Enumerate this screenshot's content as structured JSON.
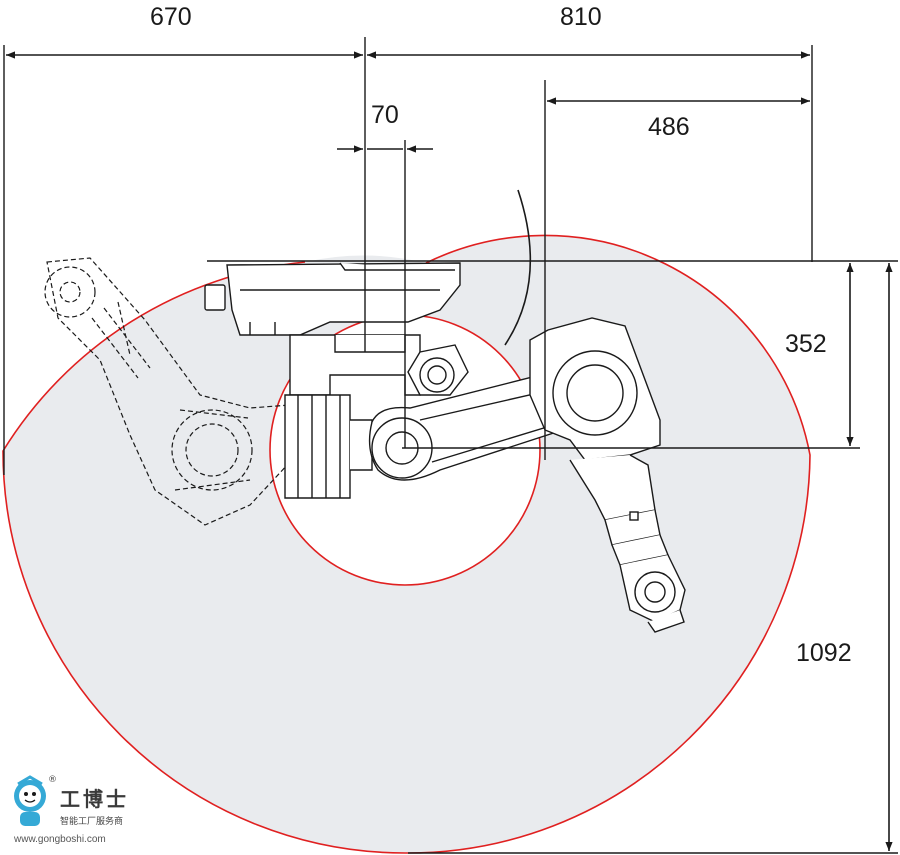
{
  "colors": {
    "reach_outline": "#e02020",
    "reach_fill": "#e9ebee",
    "line": "#1a1a1a",
    "watermark_accent": "#35a9d6"
  },
  "dimensions": {
    "left_reach": "670",
    "right_reach": "810",
    "offset": "70",
    "forearm_offset": "486",
    "height_upper": "352",
    "height_total": "1092"
  },
  "watermark": {
    "brand": "工博士",
    "tagline": "智能工厂服务商",
    "url": "www.gongboshi.com",
    "registered": "®"
  }
}
